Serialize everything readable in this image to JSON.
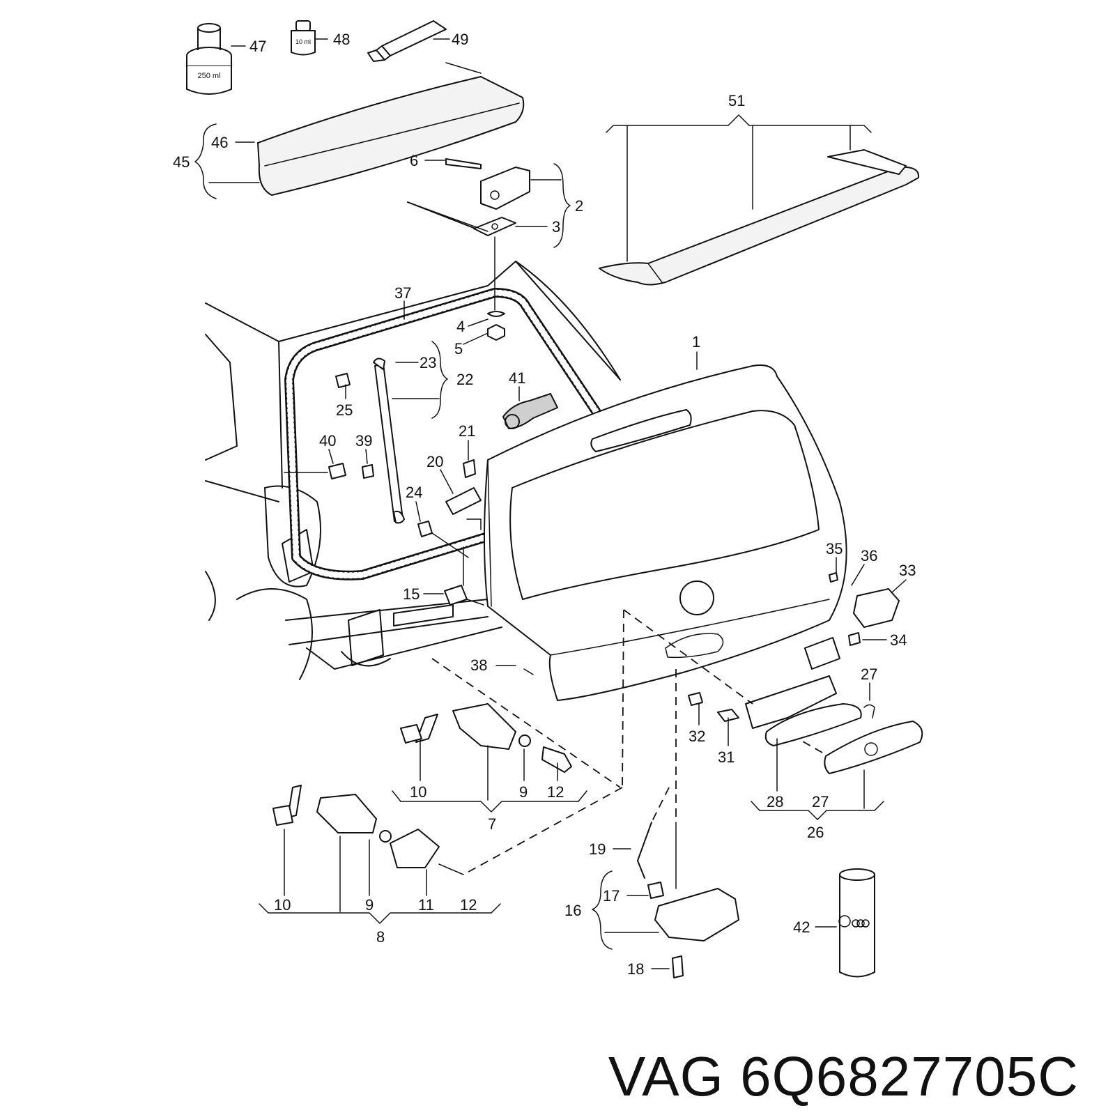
{
  "part_number_label": "VAG 6Q6827705C",
  "callouts": {
    "c1": "1",
    "c2": "2",
    "c3": "3",
    "c4": "4",
    "c5": "5",
    "c6": "6",
    "c7": "7",
    "c8": "8",
    "c9a": "9",
    "c9b": "9",
    "c10a": "10",
    "c10b": "10",
    "c11": "11",
    "c12a": "12",
    "c12b": "12",
    "c15": "15",
    "c16": "16",
    "c17": "17",
    "c18": "18",
    "c19": "19",
    "c20": "20",
    "c21": "21",
    "c22": "22",
    "c23": "23",
    "c24": "24",
    "c25": "25",
    "c26": "26",
    "c27a": "27",
    "c27b": "27",
    "c28": "28",
    "c31": "31",
    "c32": "32",
    "c33": "33",
    "c34": "34",
    "c35": "35",
    "c36": "36",
    "c37": "37",
    "c38": "38",
    "c39": "39",
    "c40": "40",
    "c41": "41",
    "c42": "42",
    "c45": "45",
    "c46": "46",
    "c47": "47",
    "c48": "48",
    "c49": "49",
    "c51": "51"
  },
  "container_labels": {
    "can_large": "250 ml",
    "can_small": "10 ml"
  },
  "icons": [
    "vw-logo-icon",
    "audi-rings-icon"
  ]
}
